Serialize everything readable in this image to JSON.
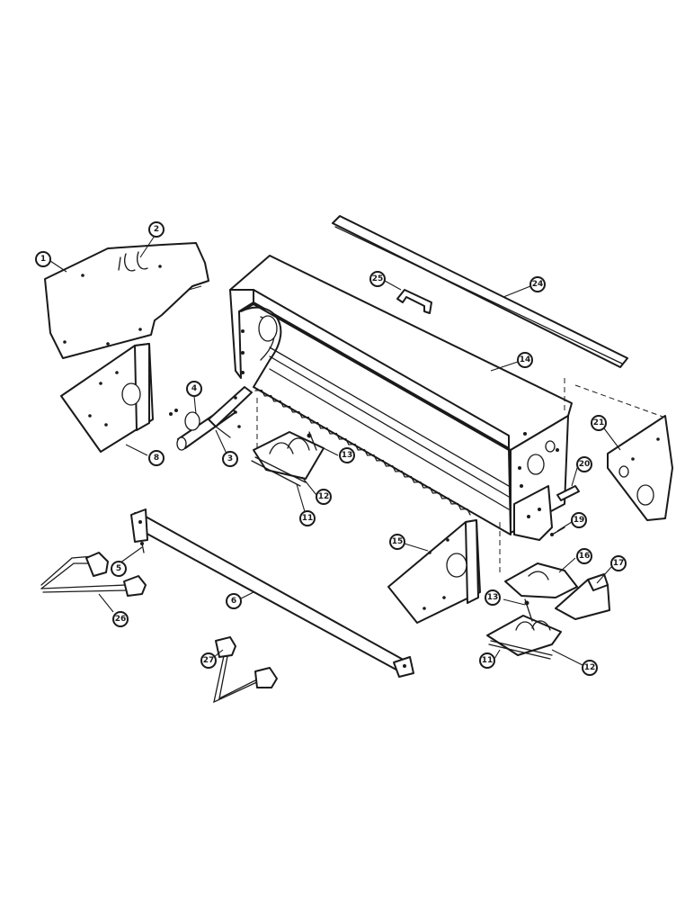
{
  "callouts": {
    "c1": "1",
    "c2": "2",
    "c3": "3",
    "c4": "4",
    "c5": "5",
    "c6": "6",
    "c8": "8",
    "c11a": "11",
    "c11b": "11",
    "c12a": "12",
    "c12b": "12",
    "c13a": "13",
    "c13b": "13",
    "c14": "14",
    "c15": "15",
    "c16": "16",
    "c17": "17",
    "c19": "19",
    "c20": "20",
    "c21": "21",
    "c24": "24",
    "c25": "25",
    "c26": "26",
    "c27": "27"
  },
  "colors": {
    "ink": "#1a1a1a",
    "paper": "#ffffff"
  }
}
